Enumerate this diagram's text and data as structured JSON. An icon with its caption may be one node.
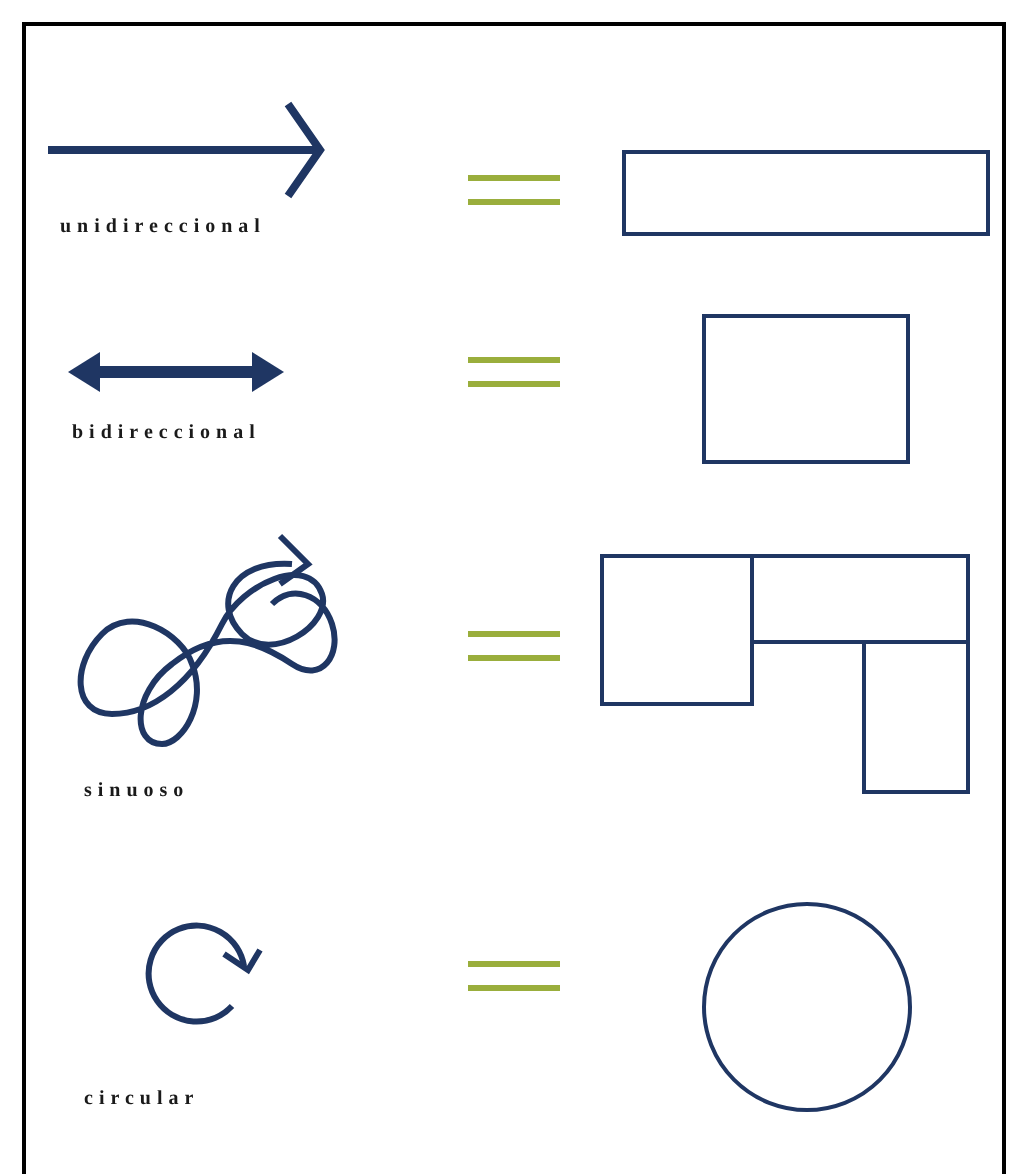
{
  "diagram": {
    "nodes": [
      {
        "text": [],
        "shape": "box"
      },
      {
        "text": [],
        "shape": "box"
      },
      {
        "text": [],
        "shape": "box"
      },
      {
        "text": [],
        "shape": "box"
      },
      {
        "text": [],
        "shape": "box"
      },
      {
        "text": [],
        "shape": "circle"
      }
    ],
    "labels": [
      "unidireccional",
      "bidireccional",
      "sinuoso",
      "circular"
    ]
  }
}
